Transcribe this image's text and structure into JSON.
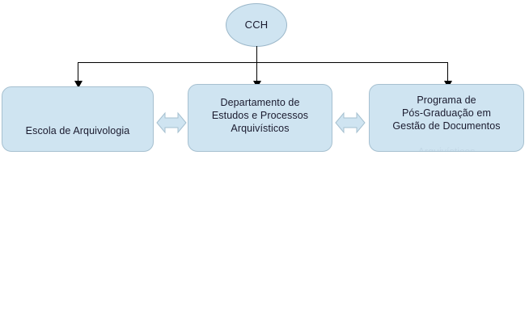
{
  "diagram": {
    "title_node": {
      "id": "cch",
      "label": "CCH",
      "shape": "ellipse"
    },
    "nodes": [
      {
        "id": "escola",
        "label": "Escola de Arquivologia",
        "shape": "rounded-rect"
      },
      {
        "id": "departamento",
        "label": "Departamento de\nEstudos e Processos\nArquivísticos",
        "shape": "rounded-rect"
      },
      {
        "id": "programa",
        "label": "Programa de\nPós-Graduação em\nGestão de Documentos",
        "label_overflow": "Arquivísticos",
        "shape": "rounded-rect"
      }
    ],
    "connectors": {
      "hierarchy_label": "CCH branches to three units",
      "bidirectional_label": "bidirectional relationship"
    },
    "colors": {
      "node_fill": "#cfe4f1",
      "node_border": "#a6c0d0",
      "ellipse_border": "#9bb7c9",
      "connector": "#000000",
      "background": "#ffffff"
    }
  }
}
